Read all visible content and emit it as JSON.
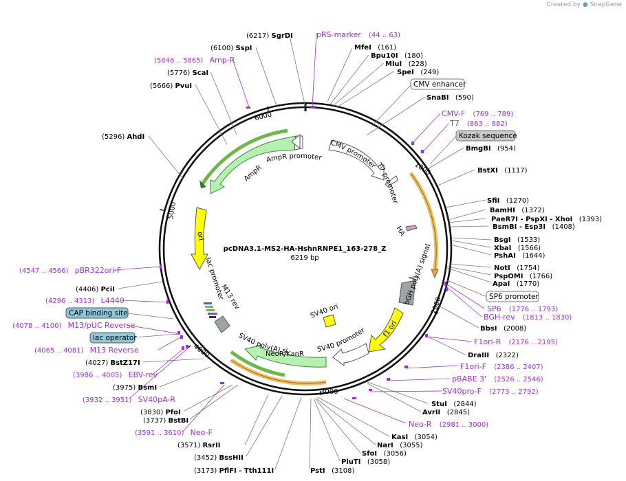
{
  "credit": {
    "prefix": "Created by",
    "brand": "SnapGene"
  },
  "plasmid": {
    "name": "pcDNA3.1-MS2-HA-HshnRNPE1_163-278_Z",
    "length": "6219 bp"
  },
  "ticks": [
    {
      "label": "1000"
    },
    {
      "label": "2000"
    },
    {
      "label": "3000"
    },
    {
      "label": "4000"
    },
    {
      "label": "5000"
    },
    {
      "label": "6000"
    }
  ],
  "inner_labels": [
    "CMV promoter",
    "T7 promoter",
    "HA",
    "bGH poly(A) signal",
    "f1 ori",
    "SV40 promoter",
    "SV40 ori",
    "NeoR/KanR",
    "SV40 poly(A) signal",
    "M13 rev",
    "lac promoter",
    "ori",
    "AmpR",
    "AmpR promoter"
  ],
  "sites": [
    {
      "pos": "(6217)",
      "name": "SgrDI"
    },
    {
      "pos": "(161)",
      "name": "MfeI"
    },
    {
      "pos": "(180)",
      "name": "Bpu10I"
    },
    {
      "pos": "(228)",
      "name": "MluI"
    },
    {
      "pos": "(249)",
      "name": "SpeI"
    },
    {
      "pos": "(590)",
      "name": "SnaBI"
    },
    {
      "pos": "(954)",
      "name": "BmgBI"
    },
    {
      "pos": "(1117)",
      "name": "BstXI"
    },
    {
      "pos": "(1270)",
      "name": "SfiI"
    },
    {
      "pos": "(1372)",
      "name": "BamHI"
    },
    {
      "pos": "(1393)",
      "name": "PaeR7I - PspXI - XhoI"
    },
    {
      "pos": "(1408)",
      "name": "BsmBI - Esp3I"
    },
    {
      "pos": "(1533)",
      "name": "BsgI"
    },
    {
      "pos": "(1566)",
      "name": "XbaI"
    },
    {
      "pos": "(1644)",
      "name": "PshAI"
    },
    {
      "pos": "(1754)",
      "name": "NotI"
    },
    {
      "pos": "(1766)",
      "name": "PspOMI"
    },
    {
      "pos": "(1770)",
      "name": "ApaI"
    },
    {
      "pos": "(2008)",
      "name": "BbsI"
    },
    {
      "pos": "(2322)",
      "name": "DraIII"
    },
    {
      "pos": "(2844)",
      "name": "StuI"
    },
    {
      "pos": "(2845)",
      "name": "AvrII"
    },
    {
      "pos": "(3054)",
      "name": "KasI"
    },
    {
      "pos": "(3055)",
      "name": "NarI"
    },
    {
      "pos": "(3056)",
      "name": "SfoI"
    },
    {
      "pos": "(3058)",
      "name": "PluTI"
    },
    {
      "pos": "(3108)",
      "name": "PstI"
    },
    {
      "pos": "(3173)",
      "name": "PflFI - Tth111I"
    },
    {
      "pos": "(3452)",
      "name": "BssHII"
    },
    {
      "pos": "(3571)",
      "name": "RsrII"
    },
    {
      "pos": "(3737)",
      "name": "BstBI"
    },
    {
      "pos": "(3830)",
      "name": "PfoI"
    },
    {
      "pos": "(3975)",
      "name": "BsmI"
    },
    {
      "pos": "(4027)",
      "name": "BstZ17I"
    },
    {
      "pos": "(4406)",
      "name": "PciI"
    },
    {
      "pos": "(5296)",
      "name": "AhdI"
    },
    {
      "pos": "(5666)",
      "name": "PvuI"
    },
    {
      "pos": "(5776)",
      "name": "ScaI"
    },
    {
      "pos": "(6100)",
      "name": "SspI"
    }
  ],
  "primers": [
    {
      "name": "pRS-marker",
      "range": "(44 .. 63)"
    },
    {
      "name": "Amp-R",
      "range": "(5846 .. 5865)"
    },
    {
      "name": "CMV-F",
      "range": "(769 .. 789)"
    },
    {
      "name": "T7",
      "range": "(863 .. 882)"
    },
    {
      "name": "SP6",
      "range": "(1776 .. 1793)"
    },
    {
      "name": "BGH-rev",
      "range": "(1813 .. 1830)"
    },
    {
      "name": "F1ori-R",
      "range": "(2176 .. 2195)"
    },
    {
      "name": "F1ori-F",
      "range": "(2386 .. 2407)"
    },
    {
      "name": "pBABE 3'",
      "range": "(2526 .. 2546)"
    },
    {
      "name": "SV40pro-F",
      "range": "(2773 .. 2792)"
    },
    {
      "name": "Neo-R",
      "range": "(2981 .. 3000)"
    },
    {
      "name": "Neo-F",
      "range": "(3591 .. 3610)"
    },
    {
      "name": "SV40pA-R",
      "range": "(3932 .. 3951)"
    },
    {
      "name": "EBV-rev",
      "range": "(3986 .. 4005)"
    },
    {
      "name": "M13 Reverse",
      "range": "(4065 .. 4081)"
    },
    {
      "name": "M13/pUC Reverse",
      "range": "(4078 .. 4100)"
    },
    {
      "name": "L4440",
      "range": "(4296 .. 4313)"
    },
    {
      "name": "pBR322ori-F",
      "range": "(4547 .. 4566)"
    }
  ],
  "boxed_features": [
    {
      "name": "CMV enhancer"
    },
    {
      "name": "Kozak sequence"
    },
    {
      "name": "SP6 promoter"
    },
    {
      "name": "CAP binding site"
    },
    {
      "name": "lac operator"
    }
  ],
  "colors": {
    "primer": "#9b30d8",
    "amp": "#b5f0b0",
    "ori": "#ffff00",
    "cds": "#f0c060",
    "grey": "#a0a4a8",
    "box_blue": "#8fc8d8",
    "box_grey": "#c8c8c8"
  }
}
